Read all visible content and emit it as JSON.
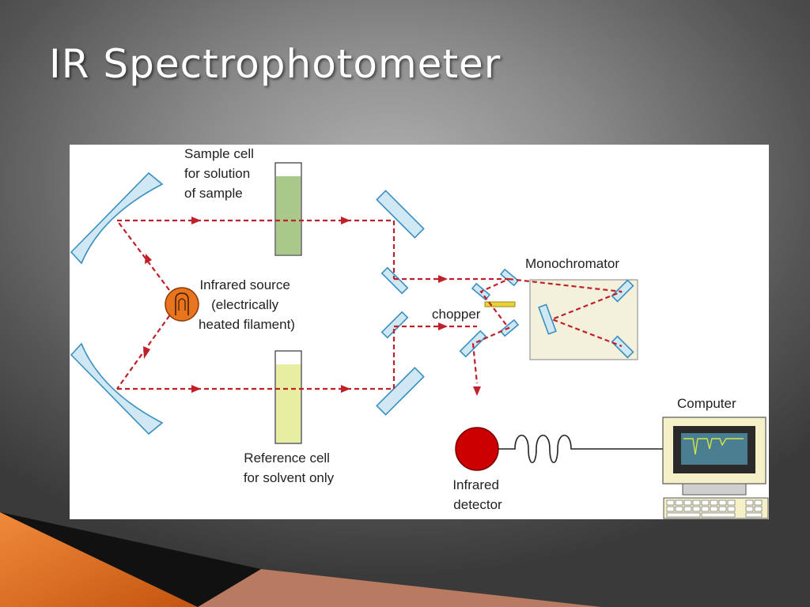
{
  "slide": {
    "title": "IR Spectrophotometer"
  },
  "diagram": {
    "labels": {
      "sample_cell": [
        "Sample cell",
        "for solution",
        "of sample"
      ],
      "infrared_source": [
        "Infrared source",
        "(electrically",
        "heated filament)"
      ],
      "reference_cell": [
        "Reference cell",
        "for solvent only"
      ],
      "chopper": "chopper",
      "monochromator": "Monochromator",
      "infrared_detector": [
        "Infrared",
        "detector"
      ],
      "computer": "Computer"
    },
    "colors": {
      "beam": "#c0202a",
      "mirror_fill": "#cfe8f4",
      "mirror_edge": "#3a8fc0",
      "sample_solution": "#a9c98a",
      "reference_solution": "#e6ee9f",
      "source": "#e8741e",
      "detector": "#cc0000",
      "monochromator_box": "#f3f1dc",
      "accent_orange": "#e8762a"
    },
    "icons": [
      "infrared-source-icon",
      "chopper-icon",
      "detector-icon",
      "computer-icon",
      "keyboard-icon"
    ]
  }
}
